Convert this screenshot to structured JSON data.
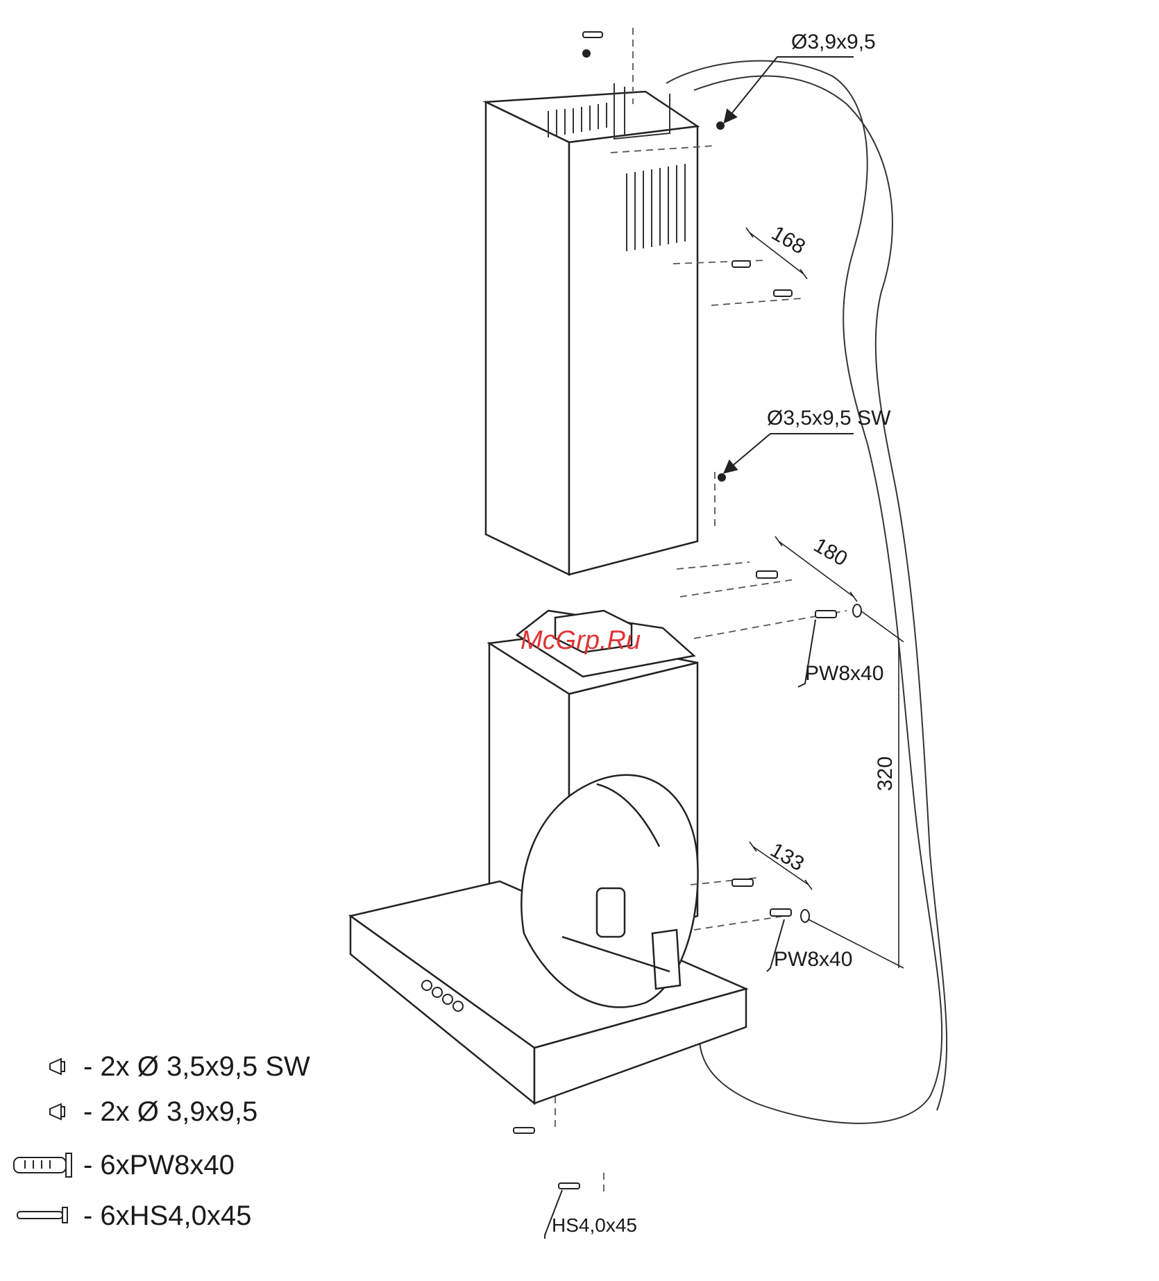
{
  "watermark": "McGrp.Ru",
  "labels": {
    "screw_top": "Ø3,9x9,5",
    "screw_mid": "Ø3,5x9,5 SW",
    "dowel_upper": "PW8x40",
    "dowel_lower": "PW8x40",
    "screw_bottom": "HS4,0x45"
  },
  "dimensions": {
    "d168": "168",
    "d180": "180",
    "d133": "133",
    "d320": "320"
  },
  "legend": [
    {
      "icon": "small-screw-icon",
      "text": "- 2x Ø 3,5x9,5 SW"
    },
    {
      "icon": "small-screw-icon",
      "text": "- 2x Ø 3,9x9,5"
    },
    {
      "icon": "wall-plug-icon",
      "text": "- 6xPW8x40"
    },
    {
      "icon": "long-screw-icon",
      "text": "- 6xHS4,0x45"
    }
  ]
}
